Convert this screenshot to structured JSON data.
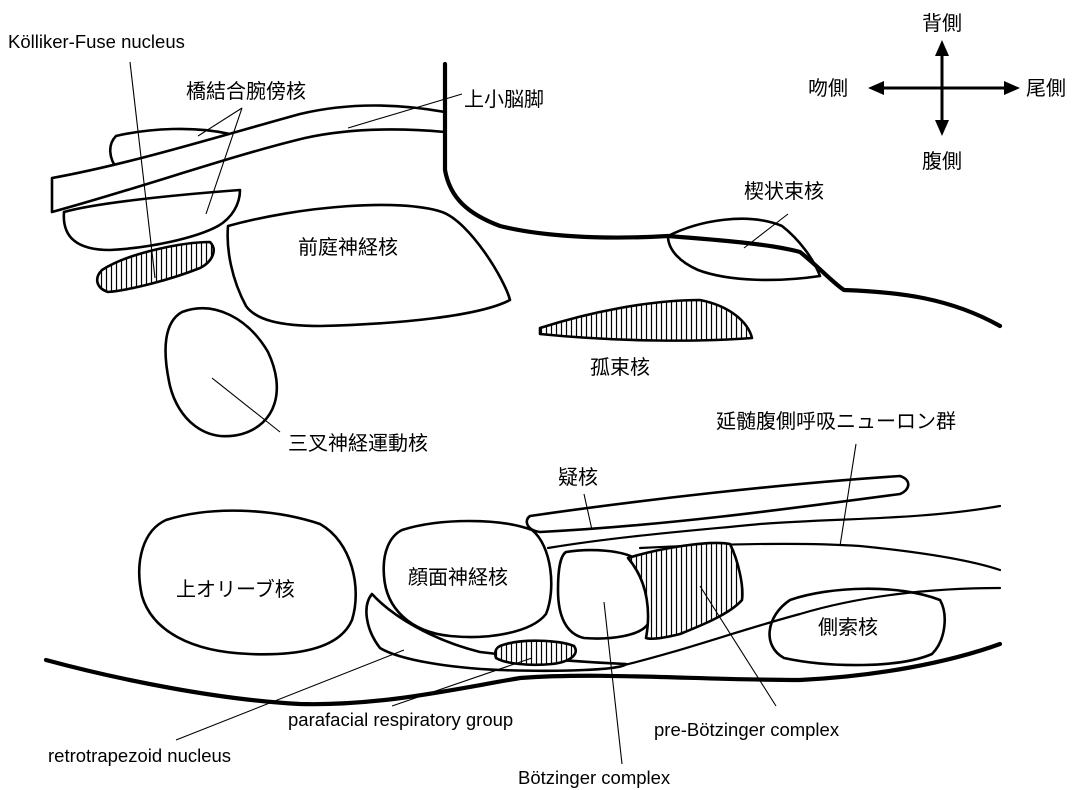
{
  "orientation": {
    "dorsal": "背側",
    "ventral": "腹側",
    "rostral": "吻側",
    "caudal": "尾側"
  },
  "labels": {
    "kolliker_fuse": "Kölliker-Fuse nucleus",
    "parabrachial": "橋結合腕傍核",
    "superior_cerebellar_peduncle": "上小脳脚",
    "cuneate": "楔状束核",
    "vestibular": "前庭神経核",
    "solitary": "孤束核",
    "trigeminal_motor": "三叉神経運動核",
    "vrg": "延髄腹側呼吸ニューロン群",
    "ambiguus": "疑核",
    "superior_olive": "上オリーブ核",
    "facial": "顔面神経核",
    "lateral_reticular": "側索核",
    "parafacial": "parafacial respiratory group",
    "pre_botzinger": "pre-Bötzinger complex",
    "retrotrapezoid": "retrotrapezoid nucleus",
    "botzinger": "Bötzinger complex"
  }
}
